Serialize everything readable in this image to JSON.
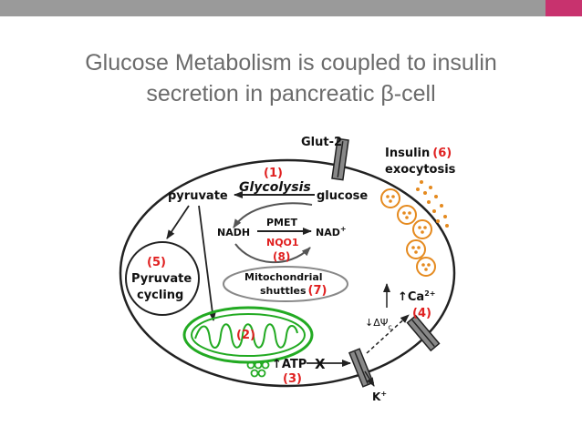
{
  "title_line1": "Glucose Metabolism is coupled to insulin",
  "title_line2": "secretion in pancreatic β-cell",
  "diagram": {
    "glut2": "Glut-2",
    "insulin": "Insulin",
    "insulin_num": "(6)",
    "exocytosis": "exocytosis",
    "glycolysis_num": "(1)",
    "glycolysis": "Glycolysis",
    "pyruvate": "pyruvate",
    "glucose": "glucose",
    "pmet": "PMET",
    "nadh": "NADH",
    "nqo1": "NQO1",
    "nad": "NAD",
    "nad_sup": "+",
    "num8": "(8)",
    "num5": "(5)",
    "pyruvate_cyc": "Pyruvate",
    "cycling": "cycling",
    "mito1": "Mitochondrial",
    "mito2": "shuttles",
    "num7": "(7)",
    "ca": "↑Ca",
    "ca_sup": "2+",
    "num4": "(4)",
    "delta_psi": "↓ΔΨ",
    "delta_sub": "c",
    "num2": "(2)",
    "atp": "↑ATP",
    "x": "X",
    "num3": "(3)",
    "k": "K",
    "k_sup": "+"
  },
  "colors": {
    "red": "#e02020",
    "green": "#22aa22",
    "orange": "#e58a1f",
    "grey": "#9a9a9a",
    "pink": "#c8326e"
  }
}
